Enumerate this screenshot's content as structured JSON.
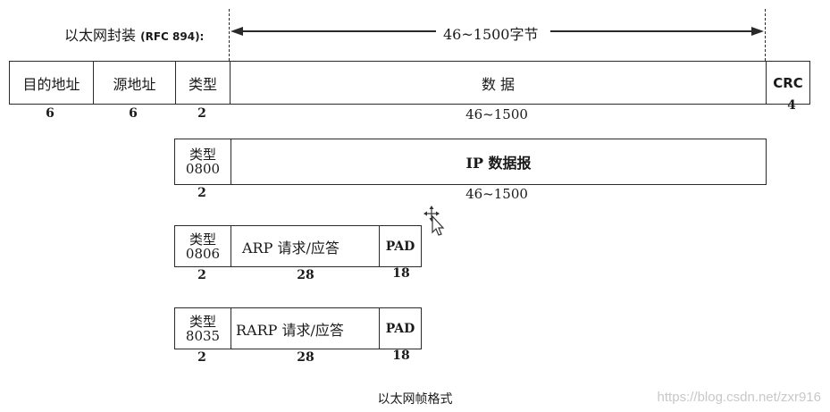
{
  "header": {
    "encap_label": "以太网封装",
    "encap_rfc": "(RFC 894):",
    "range_label": "46~1500字节"
  },
  "ethernet_frame": {
    "fields": [
      "目的地址",
      "源地址",
      "类型",
      "数 据",
      "CRC"
    ],
    "sizes": [
      "6",
      "6",
      "2",
      "46~1500",
      "4"
    ]
  },
  "ip_frame": {
    "type_label": "类型",
    "type_code": "0800",
    "payload": "IP 数据报",
    "sizes": [
      "2",
      "46~1500"
    ]
  },
  "arp_frame": {
    "type_label": "类型",
    "type_code": "0806",
    "payload": "ARP 请求/应答",
    "pad": "PAD",
    "sizes": [
      "2",
      "28",
      "18"
    ]
  },
  "rarp_frame": {
    "type_label": "类型",
    "type_code": "8035",
    "payload": "RARP 请求/应答",
    "pad": "PAD",
    "sizes": [
      "2",
      "28",
      "18"
    ]
  },
  "caption": "以太网帧格式",
  "watermark": "https://blog.csdn.net/zxr916"
}
